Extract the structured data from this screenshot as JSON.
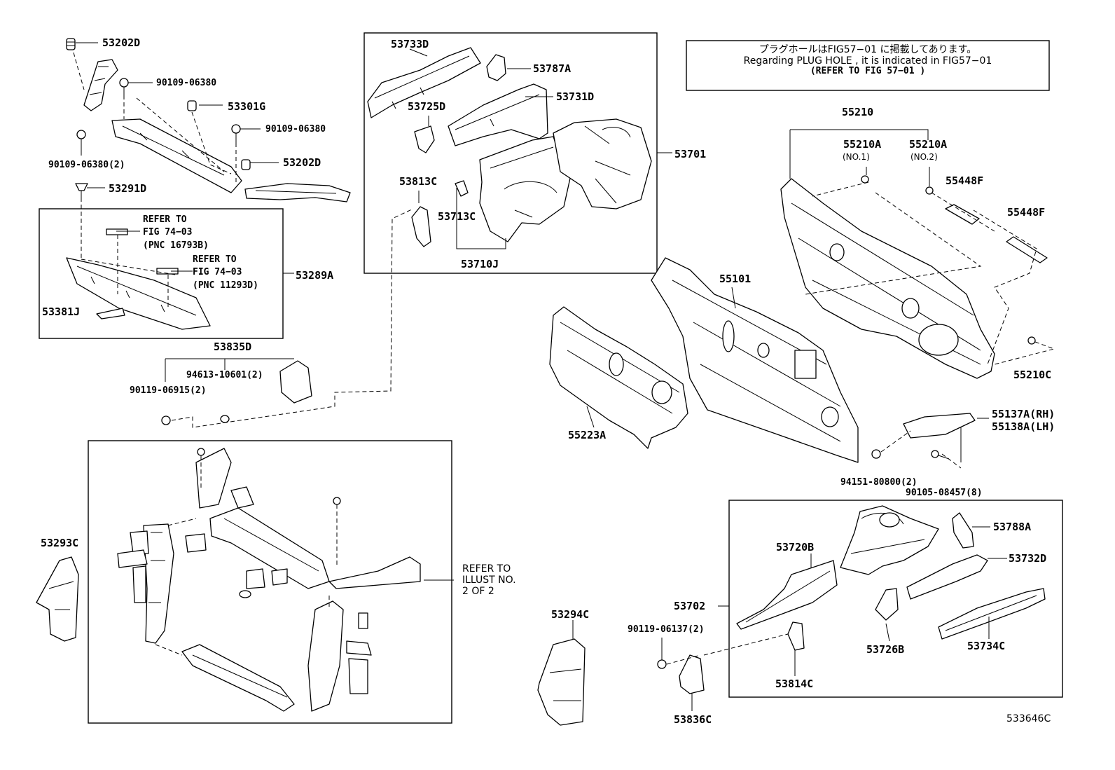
{
  "note": {
    "jp": "プラグホールはFIG57−01 に掲載してあります。",
    "en": "Regarding  PLUG HOLE , it is indicated in FIG57−01",
    "ref": "(REFER TO FIG 57−01 )"
  },
  "refer_illust": [
    "REFER TO",
    "ILLUST NO.",
    "2 OF 2"
  ],
  "refer_a": [
    "REFER TO",
    "FIG 74−03",
    "(PNC 16793B)"
  ],
  "refer_b": [
    "REFER TO",
    "FIG 74−03",
    "(PNC 11293D)"
  ],
  "drawing_id": "533646C",
  "labels": {
    "p53202D_top": "53202D",
    "p90109_06380_a": "90109-06380",
    "p53301G": "53301G",
    "p90109_06380_b": "90109-06380",
    "p90109_06380_2": "90109-06380(2)",
    "p53202D_mid": "53202D",
    "p53291D": "53291D",
    "p53289A": "53289A",
    "p53381J": "53381J",
    "p53835D": "53835D",
    "p94613": "94613-10601(2)",
    "p90119_06915": "90119-06915(2)",
    "p53733D": "53733D",
    "p53787A": "53787A",
    "p53731D": "53731D",
    "p53725D": "53725D",
    "p53701": "53701",
    "p53813C": "53813C",
    "p53713C": "53713C",
    "p53710J": "53710J",
    "p55210": "55210",
    "p55210A_1": "55210A",
    "p55210A_2": "55210A",
    "no1": "(NO.1)",
    "no2": "(NO.2)",
    "p55448F_a": "55448F",
    "p55448F_b": "55448F",
    "p55101": "55101",
    "p55210C": "55210C",
    "p55223A": "55223A",
    "p55137A": "55137A(RH)",
    "p55138A": "55138A(LH)",
    "p94151": "94151-80800(2)",
    "p90105": "90105-08457(8)",
    "p53293C": "53293C",
    "p53294C": "53294C",
    "p53788A": "53788A",
    "p53720B": "53720B",
    "p53732D": "53732D",
    "p53702": "53702",
    "p90119_06137": "90119-06137(2)",
    "p53726B": "53726B",
    "p53734C": "53734C",
    "p53814C": "53814C",
    "p53836C": "53836C"
  }
}
